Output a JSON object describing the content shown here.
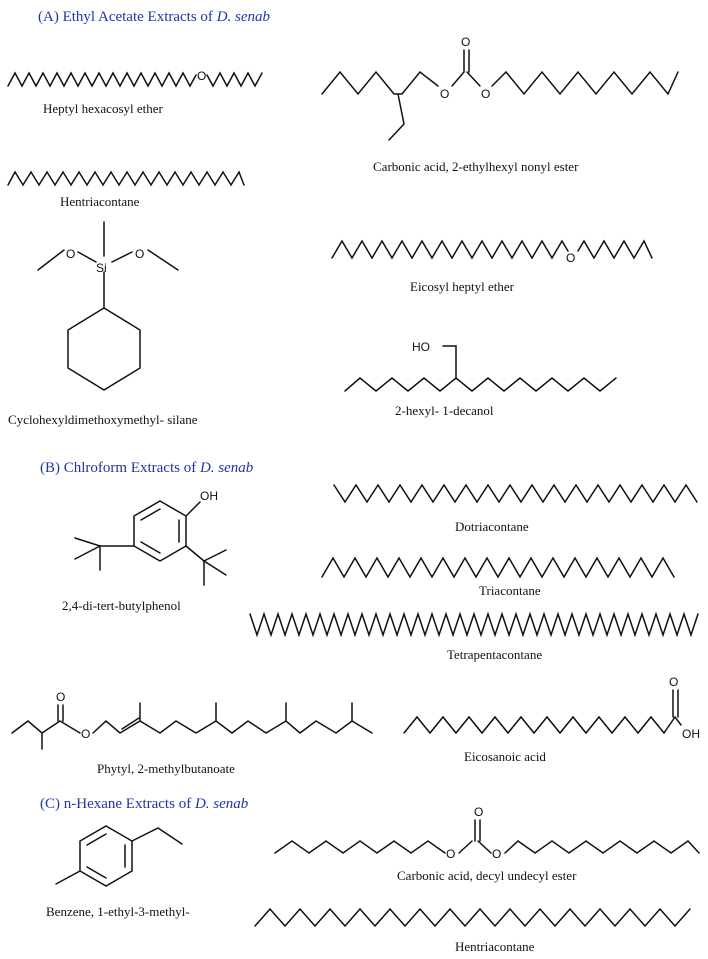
{
  "sections": {
    "a": {
      "prefix": "(A) Ethyl Acetate Extracts of",
      "species": "D. senab"
    },
    "b": {
      "prefix": "(B) Chlroform Extracts of",
      "species": "D. senab"
    },
    "c": {
      "prefix": "(C) n-Hexane Extracts of",
      "species": "D. senab"
    }
  },
  "compounds": {
    "heptyl_hexacosyl_ether": "Heptyl hexacosyl ether",
    "carbonic_ethylhexyl_nonyl": "Carbonic acid, 2-ethylhexyl nonyl ester",
    "hentriacontane_a": "Hentriacontane",
    "eicosyl_heptyl_ether": "Eicosyl heptyl ether",
    "cyclohexyldimethoxymethyl_silane": "Cyclohexyldimethoxymethyl-  silane",
    "hexyl_decanol": "2-hexyl- 1-decanol",
    "di_tert_butylphenol": "2,4-di-tert-butylphenol",
    "dotriacontane": "Dotriacontane",
    "triacontane": "Triacontane",
    "tetrapentacontane": "Tetrapentacontane",
    "phytyl_methylbutanoate": "Phytyl, 2-methylbutanoate",
    "eicosanoic_acid": "Eicosanoic acid",
    "ethyl_methyl_benzene": "Benzene, 1-ethyl-3-methyl-",
    "carbonic_decyl_undecyl": "Carbonic acid, decyl undecyl ester",
    "hentriacontane_c": "Hentriacontane"
  },
  "atoms": {
    "O": "O",
    "OH": "OH",
    "HO": "HO",
    "Si": "Si"
  }
}
